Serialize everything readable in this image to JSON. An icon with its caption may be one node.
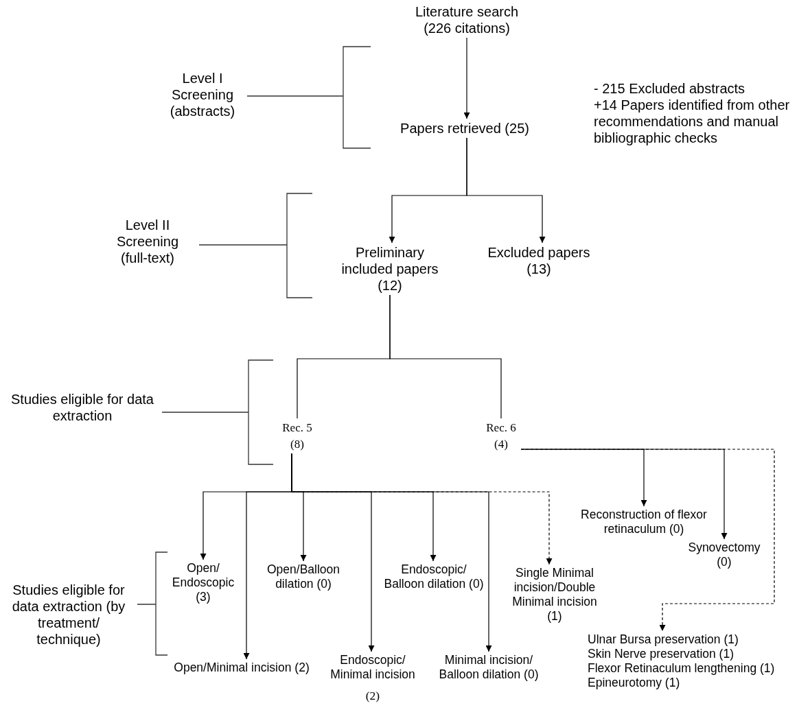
{
  "diagram": {
    "nodes": [
      {
        "text": [
          "Literature search (226 citations)"
        ]
      },
      {
        "text": [
          "Papers retrieved (25)"
        ]
      },
      {
        "text": [
          "Preliminary included papers (12)"
        ]
      },
      {
        "text": [
          "Excluded papers (13)"
        ]
      },
      {
        "text": [
          "Rec. 5 (8)"
        ]
      },
      {
        "text": [
          "Rec. 6 (4)"
        ]
      },
      {
        "text": [
          "Open/ Endoscopic (3)"
        ]
      },
      {
        "text": [
          "Open/Minimal incision (2)"
        ]
      },
      {
        "text": [
          "Open/Balloon dilation (0)"
        ]
      },
      {
        "text": [
          "Endoscopic/ Minimal incision",
          "(2)"
        ]
      },
      {
        "text": [
          "Endoscopic/ Balloon dilation (0)"
        ]
      },
      {
        "text": [
          "Minimal incision/ Balloon dilation (0)"
        ]
      },
      {
        "text": [
          "Single Minimal incision/Double Minimal incision (1)"
        ]
      },
      {
        "text": [
          "Reconstruction of flexor retinaculum (0)"
        ]
      },
      {
        "text": [
          "Synovectomy (0)"
        ]
      },
      {
        "text": [
          "Ulnar Bursa preservation (1)",
          "Skin Nerve preservation (1)",
          "Flexor Retinaculum lengthening (1)",
          "Epineurotomy (1)"
        ]
      }
    ],
    "edges": [
      {
        "from": 0,
        "to": 1,
        "arrow": "to"
      },
      {
        "from": 1,
        "to": 2,
        "arrow": "to"
      },
      {
        "from": 1,
        "to": 3,
        "arrow": "to"
      },
      {
        "from": 2,
        "to": 4,
        "arrow": "none"
      },
      {
        "from": 2,
        "to": 5,
        "arrow": "none"
      },
      {
        "from": 4,
        "to": 6,
        "arrow": "to"
      },
      {
        "from": 4,
        "to": 7,
        "arrow": "to"
      },
      {
        "from": 4,
        "to": 8,
        "arrow": "to"
      },
      {
        "from": 4,
        "to": 9,
        "arrow": "to"
      },
      {
        "from": 4,
        "to": 10,
        "arrow": "to"
      },
      {
        "from": 4,
        "to": 11,
        "arrow": "to"
      },
      {
        "from": 4,
        "to": 12,
        "arrow": "to",
        "style": "dashed"
      },
      {
        "from": 5,
        "to": 13,
        "arrow": "to"
      },
      {
        "from": 5,
        "to": 14,
        "arrow": "to"
      },
      {
        "from": 5,
        "to": 15,
        "arrow": "to",
        "style": "dashed"
      }
    ],
    "labels": [
      "Level I Screening (abstracts)",
      "- 215 Excluded abstracts",
      "+14 Papers identified from other recommendations and manual bibliographic checks",
      "Level II Screening (full-text)",
      "Studies eligible for data extraction",
      "Studies eligible for data extraction (by treatment/ technique)"
    ]
  }
}
